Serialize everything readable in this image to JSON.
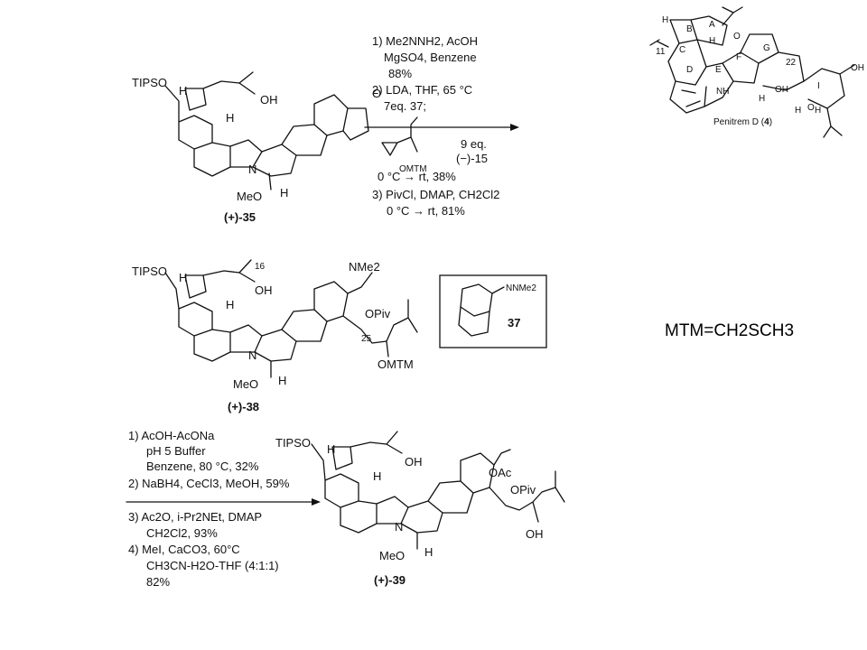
{
  "penitrem": {
    "name": "Penitrem D",
    "number": "4",
    "ring_labels": [
      "A",
      "B",
      "C",
      "D",
      "E",
      "F",
      "G",
      "I"
    ],
    "atoms": {
      "h1": "H",
      "h2": "H",
      "h3": "H",
      "h4": "H",
      "h5": "H",
      "o1": "O",
      "oh_ring": "OH",
      "oh_top": "OH",
      "nh": "NH",
      "num11": "11",
      "num22": "22"
    }
  },
  "step1": {
    "conditions": [
      "1) Me2NNH2, AcOH",
      "MgSO4, Benzene",
      "88%",
      "2) LDA, THF, 65 °C",
      "7eq. 37;",
      "9 eq.",
      "(−)-15",
      "0 °C → rt, 38%",
      "3) PivCl, DMAP, CH2Cl2",
      "0 °C → rt, 81%"
    ],
    "reagent_label": "OMTM"
  },
  "cmpd35": {
    "label": "(+)-35",
    "atoms": {
      "tipso": "TIPSO",
      "oh": "OH",
      "h1": "H",
      "h2": "H",
      "h3": "H",
      "n": "N",
      "o": "O",
      "meo": "MeO"
    }
  },
  "cmpd38": {
    "label": "(+)-38",
    "atoms": {
      "tipso": "TIPSO",
      "oh": "OH",
      "n16": "16",
      "h1": "H",
      "h2": "H",
      "h3": "H",
      "n": "N",
      "nnme2": "NMe2",
      "opiv": "OPiv",
      "n25": "25",
      "omtm": "OMTM",
      "meo": "MeO"
    }
  },
  "cmpd37": {
    "label": "37",
    "nnme2": "NNMe2"
  },
  "step2": {
    "conditions": [
      "1) AcOH-AcONa",
      "pH 5 Buffer",
      "Benzene, 80 °C, 32%",
      "2) NaBH4, CeCl3, MeOH, 59%",
      "3) Ac2O, i-Pr2NEt, DMAP",
      "CH2Cl2, 93%",
      "4) MeI, CaCO3, 60°C",
      "CH3CN-H2O-THF (4:1:1)",
      "82%"
    ]
  },
  "cmpd39": {
    "label": "(+)-39",
    "atoms": {
      "tipso": "TIPSO",
      "oh": "OH",
      "h1": "H",
      "h2": "H",
      "h3": "H",
      "n": "N",
      "oac": "OAc",
      "opiv": "OPiv",
      "oh2": "OH",
      "meo": "MeO"
    }
  },
  "note": "MTM=CH2SCH3"
}
